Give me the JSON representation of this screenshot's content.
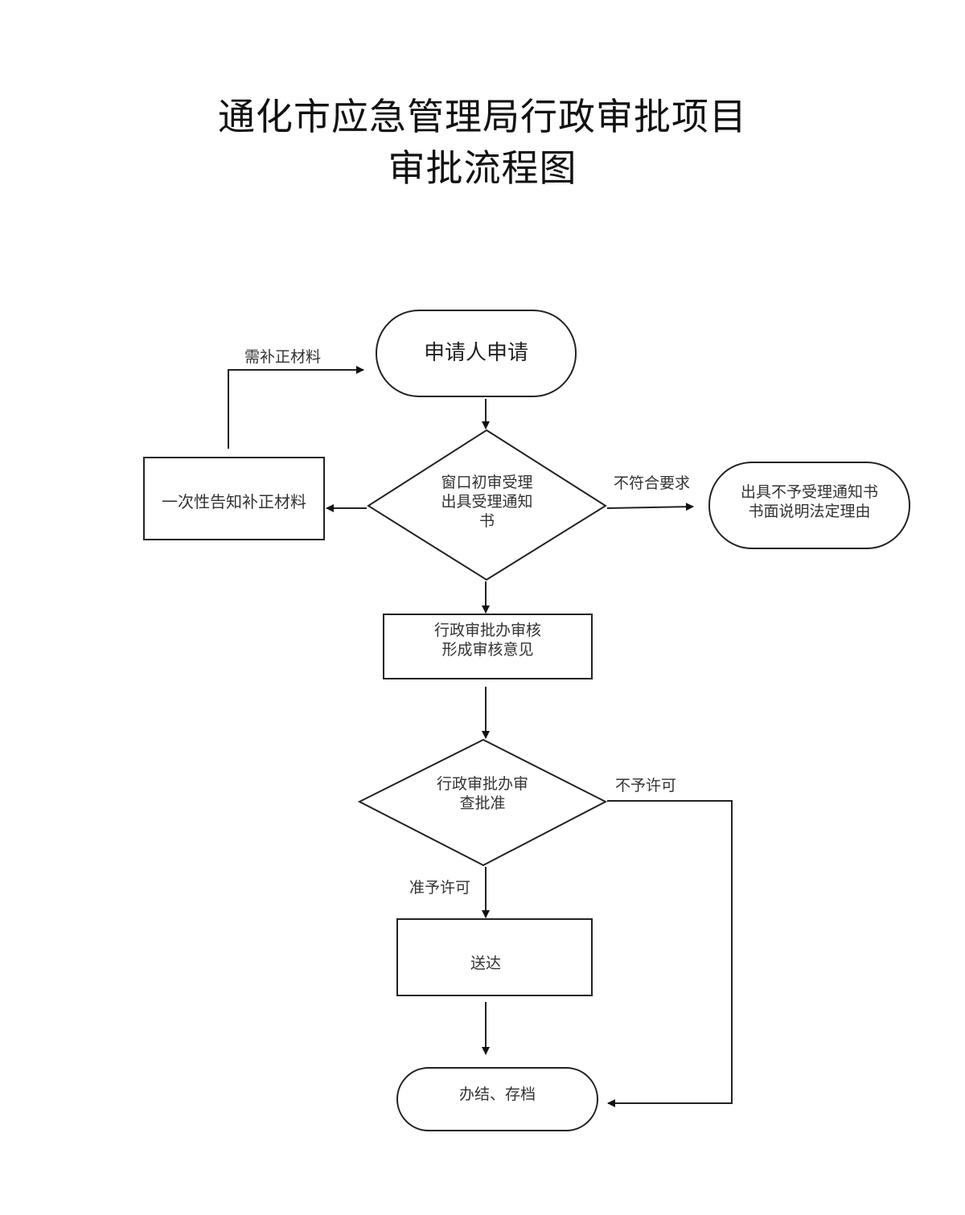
{
  "title": {
    "line1": "通化市应急管理局行政审批项目",
    "line2": "审批流程图"
  },
  "nodes": {
    "start": {
      "type": "terminator",
      "text": "申请人申请"
    },
    "window_review": {
      "type": "decision",
      "line1": "窗口初审受理",
      "line2": "出具受理通知",
      "line3": "书"
    },
    "supplement": {
      "type": "process",
      "text": "一次性告知补正材料"
    },
    "reject_notice": {
      "type": "terminator",
      "line1": "出具不予受理通知书",
      "line2": "书面说明法定理由"
    },
    "audit": {
      "type": "process",
      "line1": "行政审批办审核",
      "line2": "形成审核意见"
    },
    "approval": {
      "type": "decision",
      "line1": "行政审批办审",
      "line2": "查批准"
    },
    "deliver": {
      "type": "process",
      "text": "送达"
    },
    "end": {
      "type": "terminator",
      "text": "办结、存档"
    }
  },
  "edges": {
    "need_supplement": "需补正材料",
    "not_compliant": "不符合要求",
    "not_permitted": "不予许可",
    "permitted": "准予许可"
  }
}
